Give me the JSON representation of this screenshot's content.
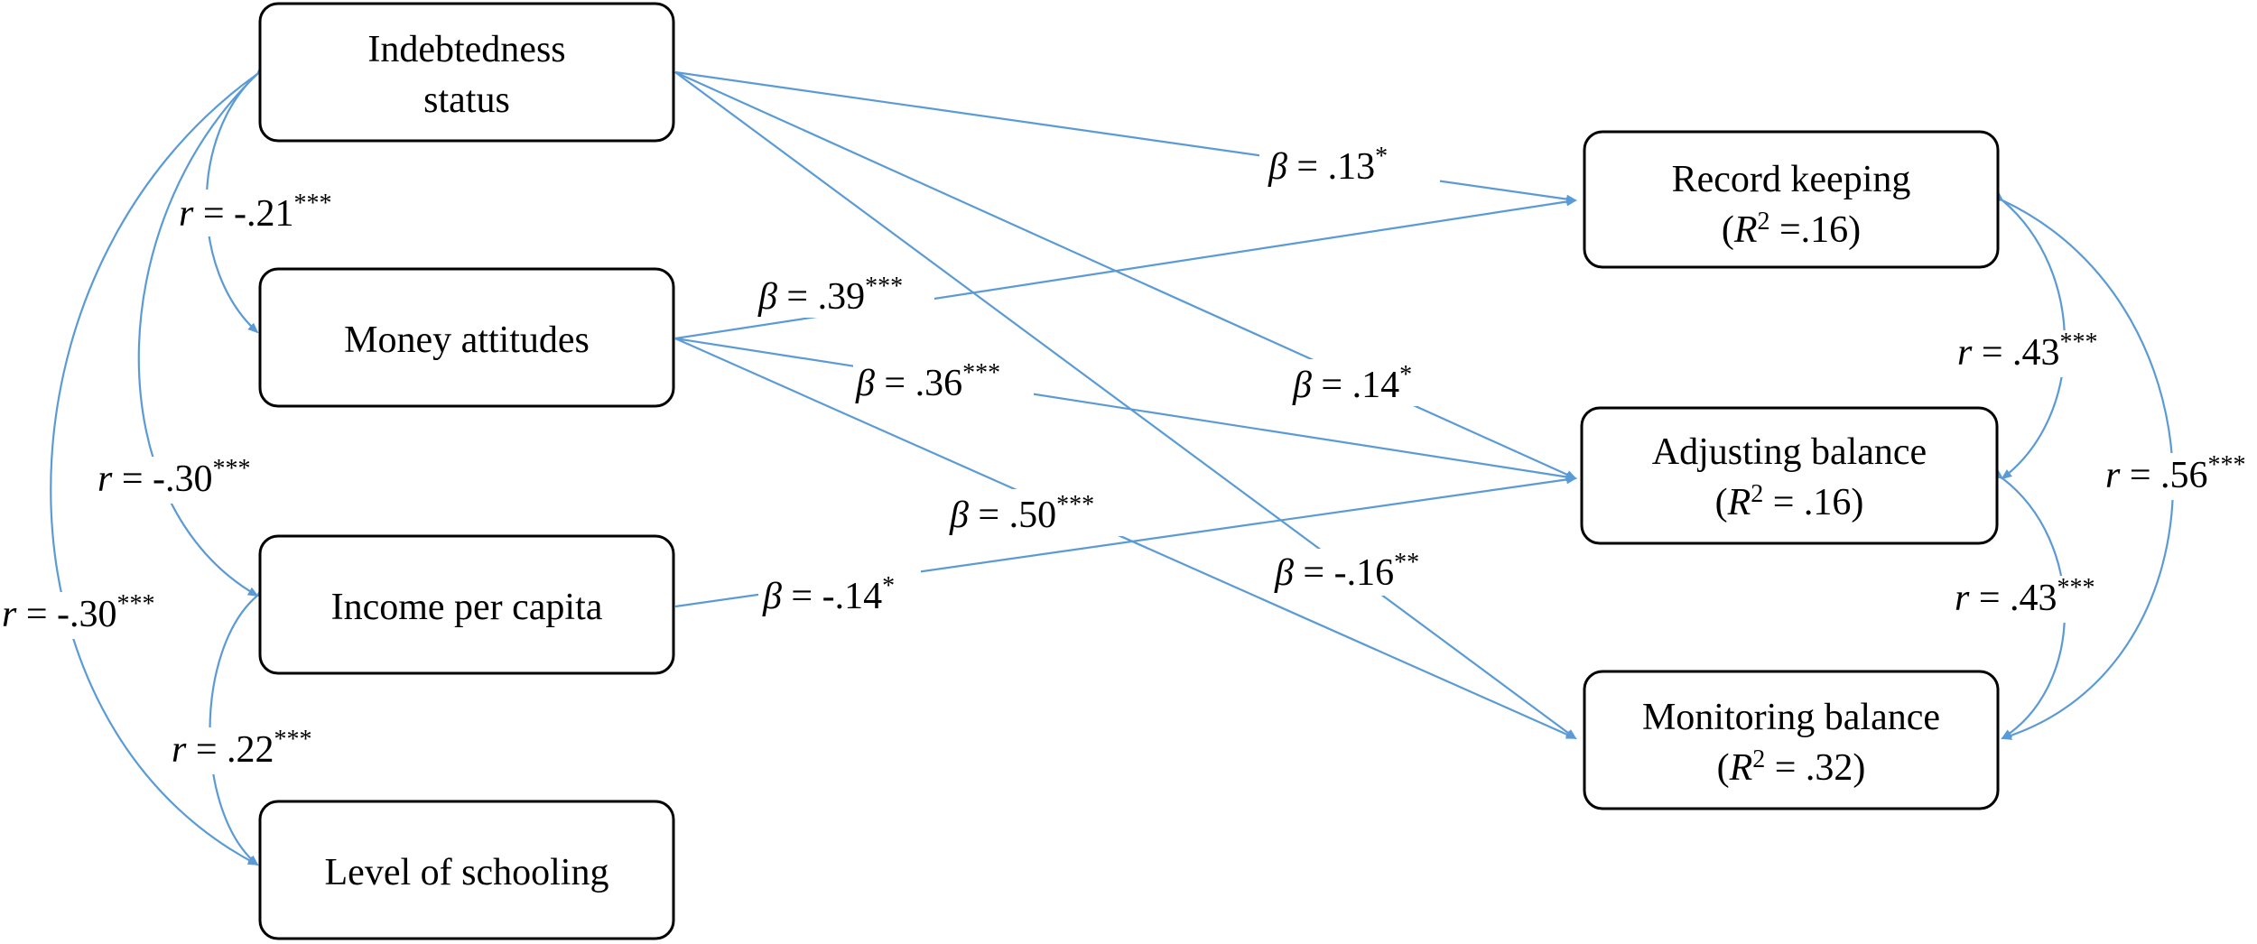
{
  "nodes": {
    "indebtedness": {
      "line1": "Indebtedness",
      "line2": "status"
    },
    "money": {
      "line1": "Money attitudes"
    },
    "income": {
      "line1": "Income per capita"
    },
    "schooling": {
      "line1": "Level of schooling"
    },
    "record": {
      "line1": "Record keeping",
      "r2_sym": "R",
      "r2_exp": "2",
      "r2_val": " =.16)",
      "open": "("
    },
    "adjusting": {
      "line1": "Adjusting balance",
      "r2_sym": "R",
      "r2_exp": "2",
      "r2_val": " = .16)",
      "open": "("
    },
    "monitoring": {
      "line1": "Monitoring balance",
      "r2_sym": "R",
      "r2_exp": "2",
      "r2_val": " = .32)",
      "open": "("
    }
  },
  "paths": {
    "beta_sym": "β",
    "ind_record": {
      "val": " = .13",
      "sig": "*"
    },
    "ind_adjusting": {
      "val": " = .14",
      "sig": "*"
    },
    "ind_monitoring": {
      "val": " = -.16",
      "sig": "**"
    },
    "money_record": {
      "val": " = .39",
      "sig": "***"
    },
    "money_adjusting": {
      "val": " = .36",
      "sig": "***"
    },
    "money_monitoring": {
      "val": " = .50",
      "sig": "***"
    },
    "income_adjusting": {
      "val": " = -.14",
      "sig": "*"
    }
  },
  "correlations": {
    "r_sym": "r",
    "ind_money": {
      "val": " = -.21",
      "sig": "***"
    },
    "ind_income": {
      "val": " = -.30",
      "sig": "***"
    },
    "ind_schooling": {
      "val": " = -.30",
      "sig": "***"
    },
    "income_schooling": {
      "val": " = .22",
      "sig": "***"
    },
    "record_adjusting": {
      "val": " = .43",
      "sig": "***"
    },
    "adjusting_monitoring": {
      "val": " = .43",
      "sig": "***"
    },
    "record_monitoring": {
      "val": " = .56",
      "sig": "***"
    }
  },
  "colors": {
    "edge": "#5b9bd5",
    "box_stroke": "#000000"
  }
}
